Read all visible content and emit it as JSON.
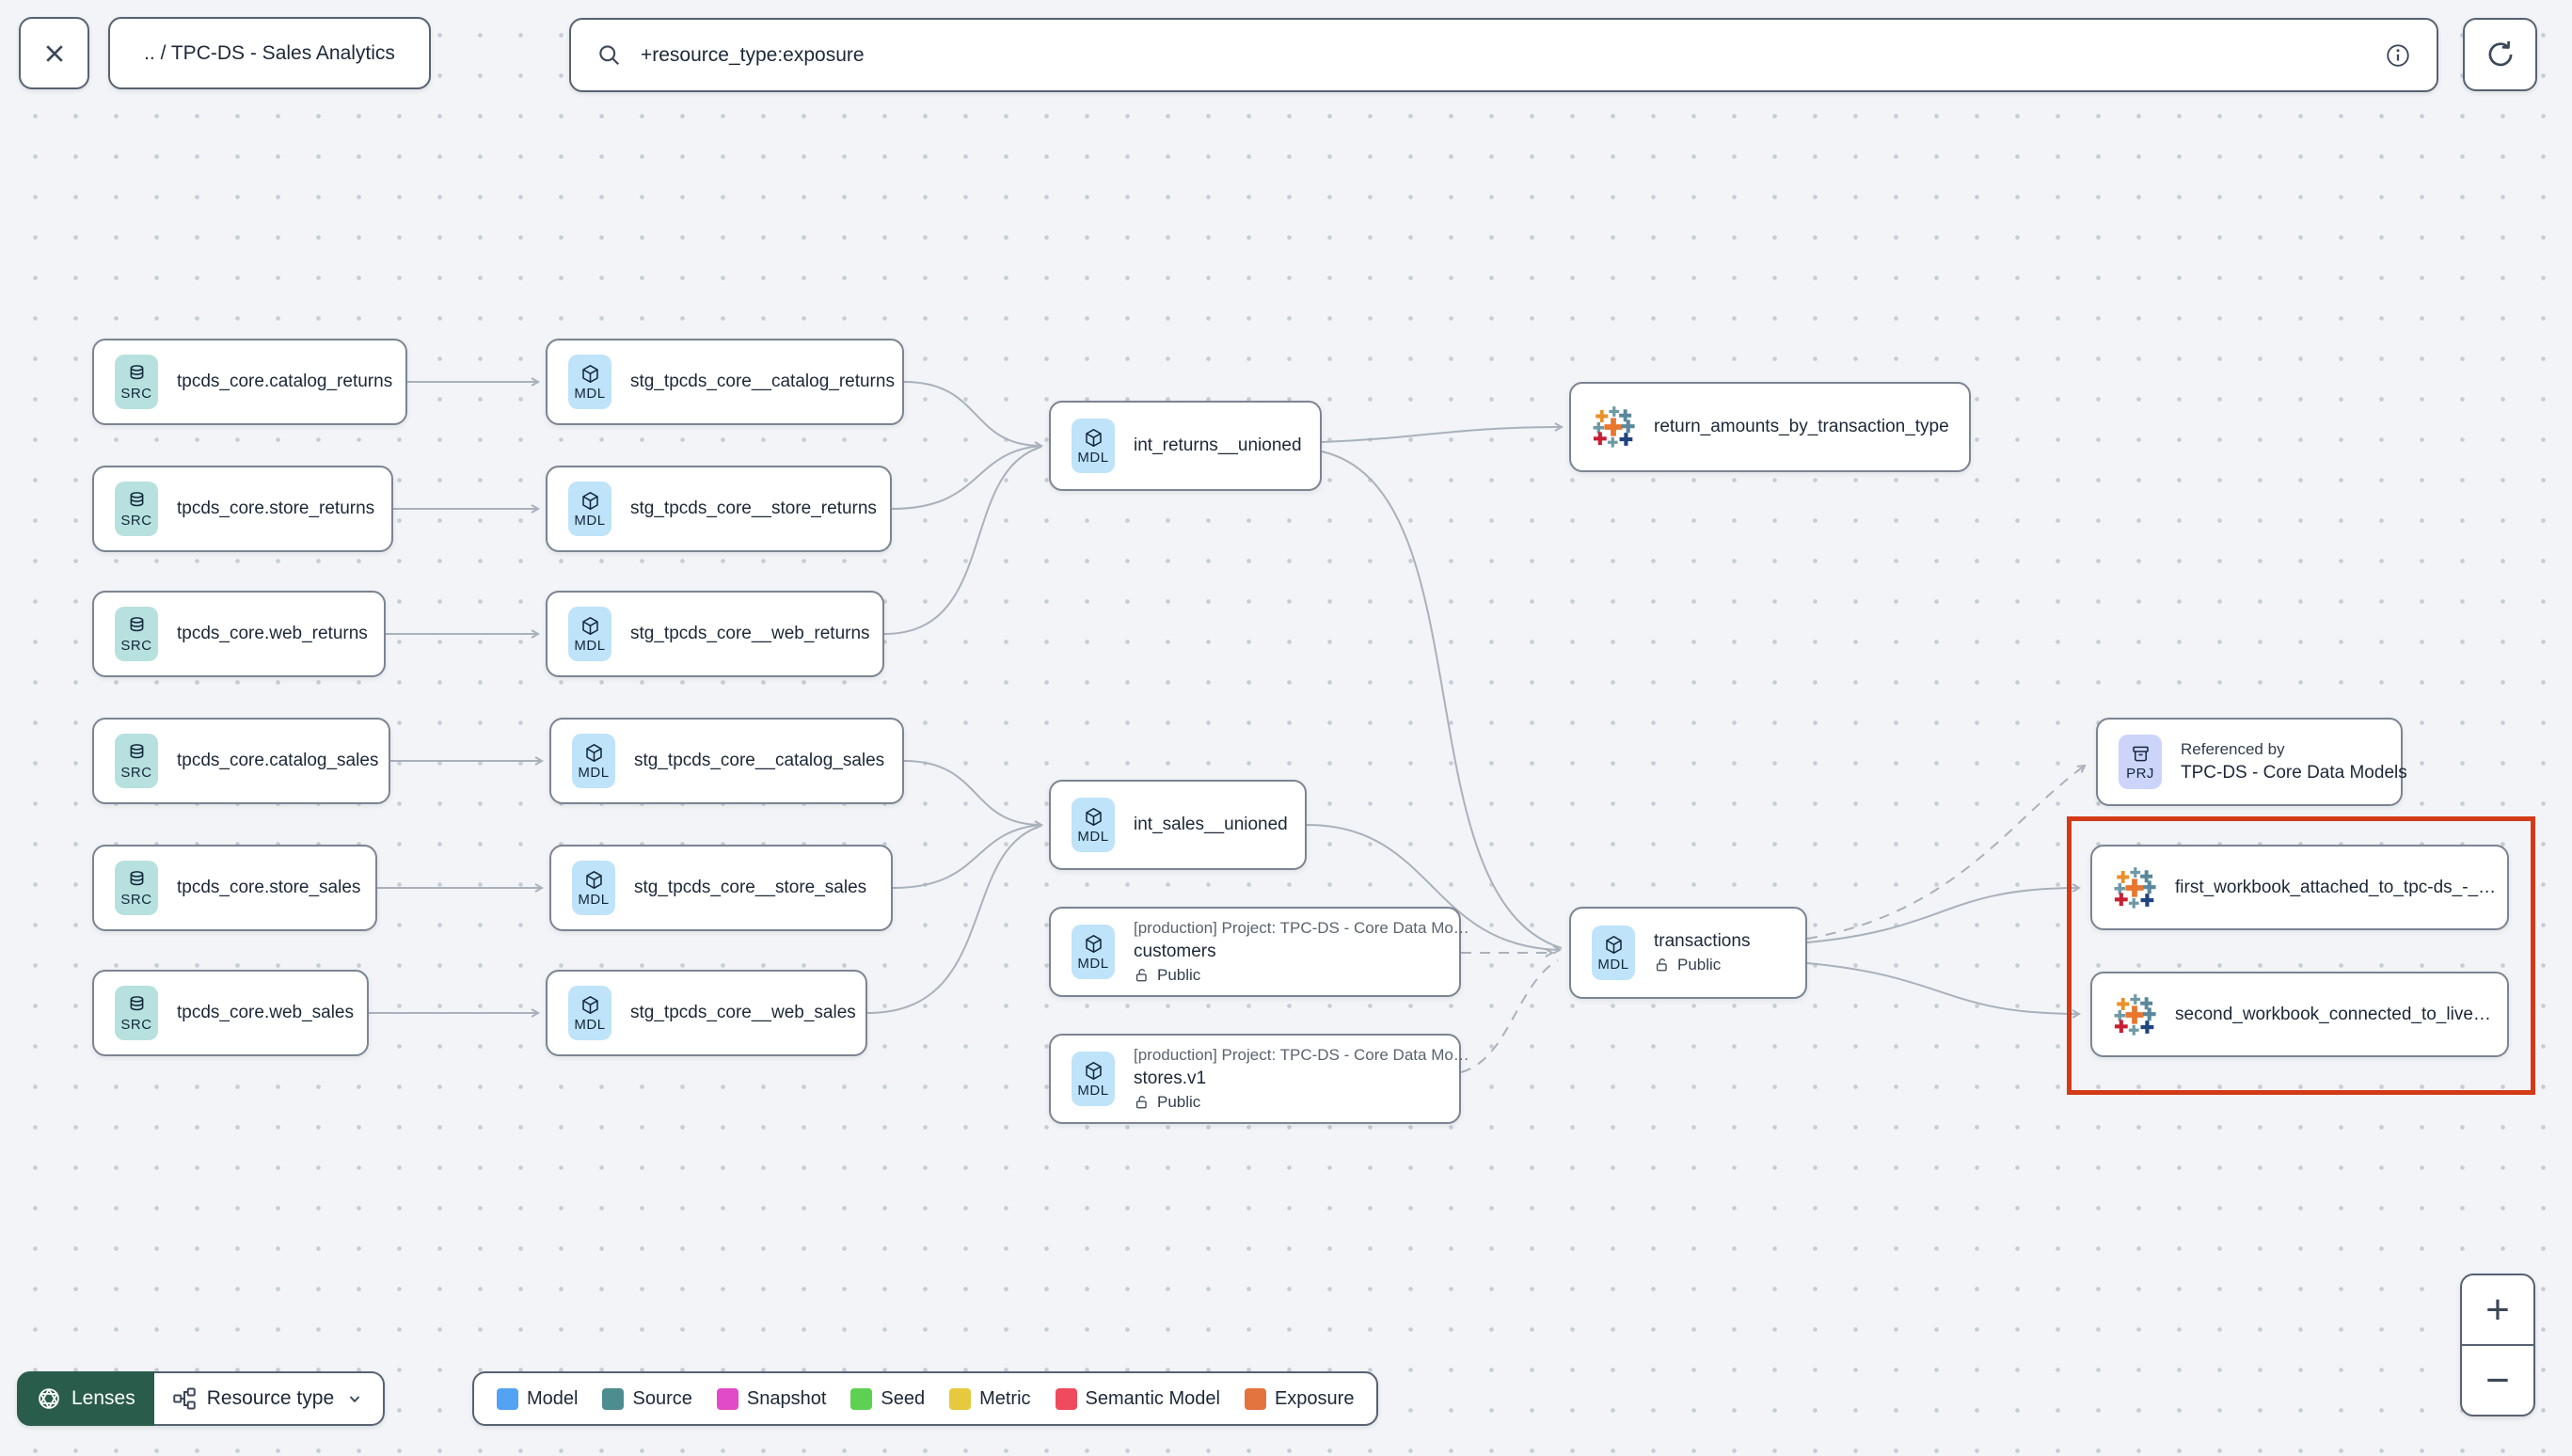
{
  "header": {
    "breadcrumb": ".. / TPC-DS - Sales Analytics",
    "search": {
      "value": "+resource_type:exposure"
    }
  },
  "badges": {
    "source": "SRC",
    "model": "MDL",
    "project": "PRJ"
  },
  "nodes": {
    "sources": [
      {
        "title": "tpcds_core.catalog_returns"
      },
      {
        "title": "tpcds_core.store_returns"
      },
      {
        "title": "tpcds_core.web_returns"
      },
      {
        "title": "tpcds_core.catalog_sales"
      },
      {
        "title": "tpcds_core.store_sales"
      },
      {
        "title": "tpcds_core.web_sales"
      }
    ],
    "staging": [
      {
        "title": "stg_tpcds_core__catalog_returns"
      },
      {
        "title": "stg_tpcds_core__store_returns"
      },
      {
        "title": "stg_tpcds_core__web_returns"
      },
      {
        "title": "stg_tpcds_core__catalog_sales"
      },
      {
        "title": "stg_tpcds_core__store_sales"
      },
      {
        "title": "stg_tpcds_core__web_sales"
      }
    ],
    "intermediate": [
      {
        "title": "int_returns__unioned"
      },
      {
        "title": "int_sales__unioned"
      }
    ],
    "public_models": [
      {
        "project": "[production] Project: TPC-DS - Core Data Mo…",
        "title": "customers",
        "access": "Public"
      },
      {
        "project": "[production] Project: TPC-DS - Core Data Mo…",
        "title": "stores.v1",
        "access": "Public"
      }
    ],
    "transactions": {
      "title": "transactions",
      "access": "Public"
    },
    "exposures": [
      {
        "title": "return_amounts_by_transaction_type"
      },
      {
        "title": "first_workbook_attached_to_tpc-ds_-_…"
      },
      {
        "title": "second_workbook_connected_to_live…"
      }
    ],
    "referenced_by": {
      "label": "Referenced by",
      "title": "TPC-DS - Core Data Models"
    }
  },
  "toolbar": {
    "lenses": "Lenses",
    "resource_type": "Resource type"
  },
  "legend": {
    "items": [
      {
        "label": "Model",
        "color": "#54a3f2"
      },
      {
        "label": "Source",
        "color": "#4d8d8f"
      },
      {
        "label": "Snapshot",
        "color": "#e24bc7"
      },
      {
        "label": "Seed",
        "color": "#5ed153"
      },
      {
        "label": "Metric",
        "color": "#e7c93f"
      },
      {
        "label": "Semantic Model",
        "color": "#ef4a5e"
      },
      {
        "label": "Exposure",
        "color": "#e3743f"
      }
    ]
  },
  "zoom_controls": {
    "zoom_in": "+",
    "zoom_out": "−"
  }
}
